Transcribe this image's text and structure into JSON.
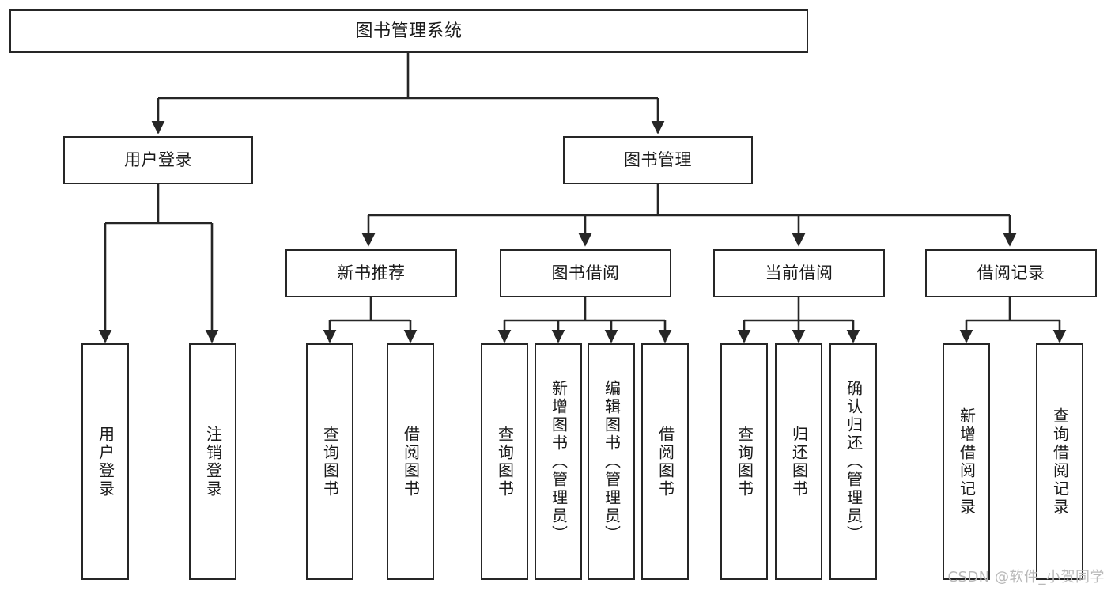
{
  "diagram": {
    "type": "hierarchy-tree",
    "title": "图书管理系统",
    "colors": {
      "stroke": "#262626",
      "fill": "#ffffff",
      "text": "#1a1a1a",
      "watermark": "#b9b9b9"
    },
    "watermark": "CSDN @软件_小贺同学",
    "nodes": {
      "root": {
        "label": "图书管理系统"
      },
      "level1": [
        {
          "label": "用户登录"
        },
        {
          "label": "图书管理"
        }
      ],
      "level2": [
        {
          "label": "新书推荐"
        },
        {
          "label": "图书借阅"
        },
        {
          "label": "当前借阅"
        },
        {
          "label": "借阅记录"
        }
      ],
      "leaves": [
        {
          "label": "用户登录"
        },
        {
          "label": "注销登录"
        },
        {
          "label": "查询图书"
        },
        {
          "label": "借阅图书"
        },
        {
          "label": "查询图书"
        },
        {
          "label": "新增图书（管理员）"
        },
        {
          "label": "编辑图书（管理员）"
        },
        {
          "label": "借阅图书"
        },
        {
          "label": "查询图书"
        },
        {
          "label": "归还图书"
        },
        {
          "label": "确认归还（管理员）"
        },
        {
          "label": "新增借阅记录"
        },
        {
          "label": "查询借阅记录"
        }
      ]
    },
    "edges": [
      {
        "from": "图书管理系统",
        "to": "用户登录"
      },
      {
        "from": "图书管理系统",
        "to": "图书管理"
      },
      {
        "from": "用户登录",
        "to": "用户登录"
      },
      {
        "from": "用户登录",
        "to": "注销登录"
      },
      {
        "from": "图书管理",
        "to": "新书推荐"
      },
      {
        "from": "图书管理",
        "to": "图书借阅"
      },
      {
        "from": "图书管理",
        "to": "当前借阅"
      },
      {
        "from": "图书管理",
        "to": "借阅记录"
      },
      {
        "from": "新书推荐",
        "to": "查询图书"
      },
      {
        "from": "新书推荐",
        "to": "借阅图书"
      },
      {
        "from": "图书借阅",
        "to": "查询图书"
      },
      {
        "from": "图书借阅",
        "to": "新增图书（管理员）"
      },
      {
        "from": "图书借阅",
        "to": "编辑图书（管理员）"
      },
      {
        "from": "图书借阅",
        "to": "借阅图书"
      },
      {
        "from": "当前借阅",
        "to": "查询图书"
      },
      {
        "from": "当前借阅",
        "to": "归还图书"
      },
      {
        "from": "当前借阅",
        "to": "确认归还（管理员）"
      },
      {
        "from": "借阅记录",
        "to": "新增借阅记录"
      },
      {
        "from": "借阅记录",
        "to": "查询借阅记录"
      }
    ]
  }
}
